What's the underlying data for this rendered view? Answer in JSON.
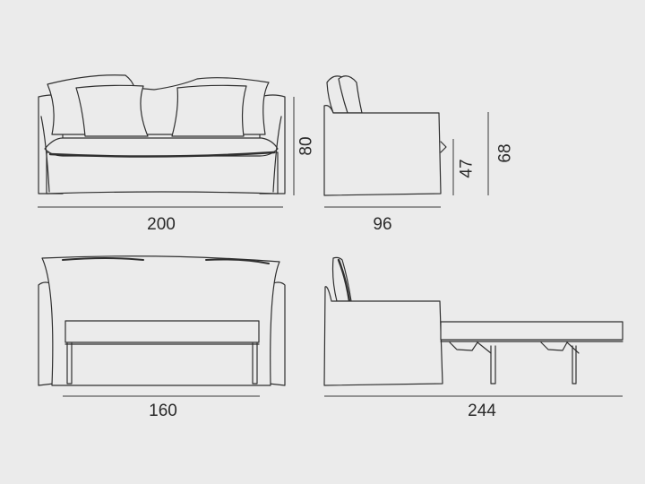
{
  "dimensions": {
    "front_width": "200",
    "front_height": "80",
    "side_depth": "96",
    "seat_height": "47",
    "side_height": "68",
    "bed_width": "160",
    "bed_length": "244"
  },
  "colors": {
    "background": "#ebebeb",
    "line": "#2f2f2f"
  }
}
